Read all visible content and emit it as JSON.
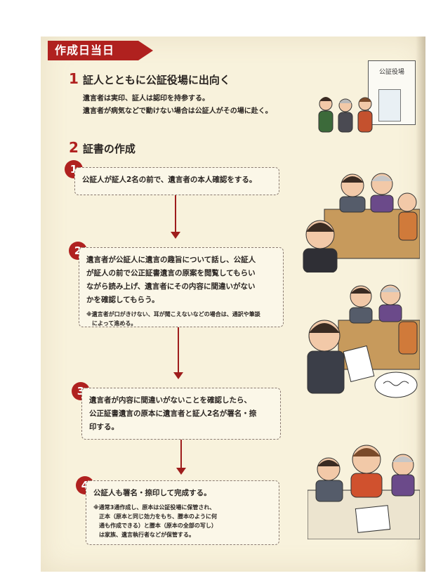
{
  "banner": {
    "label": "作成日当日"
  },
  "section1": {
    "number": "1",
    "title": "証人とともに公証役場に出向く",
    "lines": [
      "遺言者は実印、証人は認印を持参する。",
      "遺言者が病気などで動けない場合は公証人がその場に赴く。"
    ],
    "office_sign": "公証役場"
  },
  "section2": {
    "number": "2",
    "title": "証書の作成",
    "steps": [
      {
        "num": "1",
        "text": "公証人が証人2名の前で、遺言者の本人確認をする。"
      },
      {
        "num": "2",
        "lines": [
          "遺言者が公証人に遺言の趣旨について話し、公証人",
          "が証人の前で公正証書遺言の原案を閲覧してもらい",
          "ながら読み上げ、遺言者にその内容に間違いがない",
          "かを確認してもらう。"
        ],
        "note_lines": [
          "※遺言者が口がきけない、耳が聞こえないなどの場合は、通訳や筆談",
          "　によって進める。"
        ]
      },
      {
        "num": "3",
        "lines": [
          "遺言者が内容に間違いがないことを確認したら、",
          "公正証書遺言の原本に遺言者と証人2名が署名・捺",
          "印する。"
        ]
      },
      {
        "num": "4",
        "text": "公証人も署名・捺印して完成する。",
        "note_lines": [
          "※通常3通作成し、原本は公証役場に保管され、",
          "　正本（原本と同じ効力をもち、謄本のように何",
          "　通も作成できる）と謄本（原本の全部の写し）",
          "　は家族、遺言執行者などが保管する。"
        ]
      }
    ]
  },
  "colors": {
    "accent": "#b0211f",
    "paper": "#f8f2dc",
    "arrow": "#9e1d1c"
  }
}
